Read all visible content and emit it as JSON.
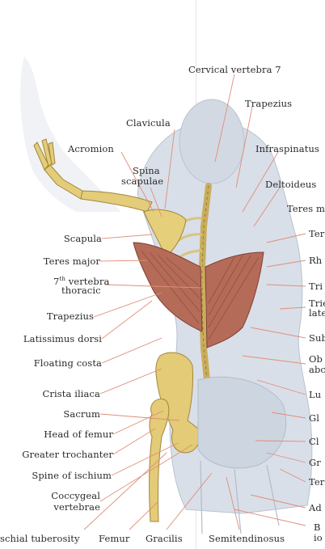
{
  "colors": {
    "leader": "#e0907a",
    "bone": "#e2cc7a",
    "bone_dark": "#b89848",
    "muscle": "#b8705c",
    "muscle_dark": "#7f3f30",
    "body": "#d7dde6",
    "body_shade": "#b9c3d0"
  },
  "labels": {
    "cervical_vertebra_7": "Cervical vertebra 7",
    "trapezius_top": "Trapezius",
    "clavicula": "Clavicula",
    "acromion": "Acromion",
    "spina": "Spina",
    "scapulae": "scapulae",
    "infraspinatus": "Infraspinatus",
    "deltoideus": "Deltoideus",
    "teres_m": "Teres m",
    "scapula": "Scapula",
    "teres_major": "Teres major",
    "vertebra_thoracic_sup": "th",
    "vertebra_thoracic_1a": "7",
    "vertebra_thoracic_1b": " vertebra",
    "vertebra_thoracic_2": "thoracic",
    "trapezius": "Trapezius",
    "latissimus_dorsi": "Latissimus dorsi",
    "floating_costa": "Floating costa",
    "crista_iliaca": "Crista iliaca",
    "sacrum": "Sacrum",
    "head_of_femur": "Head of femur",
    "greater_trochanter": "Greater trochanter",
    "spine_of_ischium": "Spine of ischium",
    "coccygeal": "Coccygeal",
    "vertebrae": "vertebrae",
    "ischial_tuberosity": "schial tuberosity",
    "femur": "Femur",
    "gracilis": "Gracilis",
    "semitendinosus": "Semitendinosus",
    "r_ter": "Ter",
    "r_rh": "Rh",
    "r_tri1": "Tri",
    "r_tri2a": "Trie",
    "r_tri2b": "late",
    "r_sub": "Sub",
    "r_ob": "Ob",
    "r_ab": "abc",
    "r_lu": "Lu",
    "r_gl": "Gl",
    "r_cl": "Cl",
    "r_gr": "Gr",
    "r_ter2": "Ter",
    "r_ad": "Ad",
    "r_b": "B",
    "r_io": "io"
  }
}
